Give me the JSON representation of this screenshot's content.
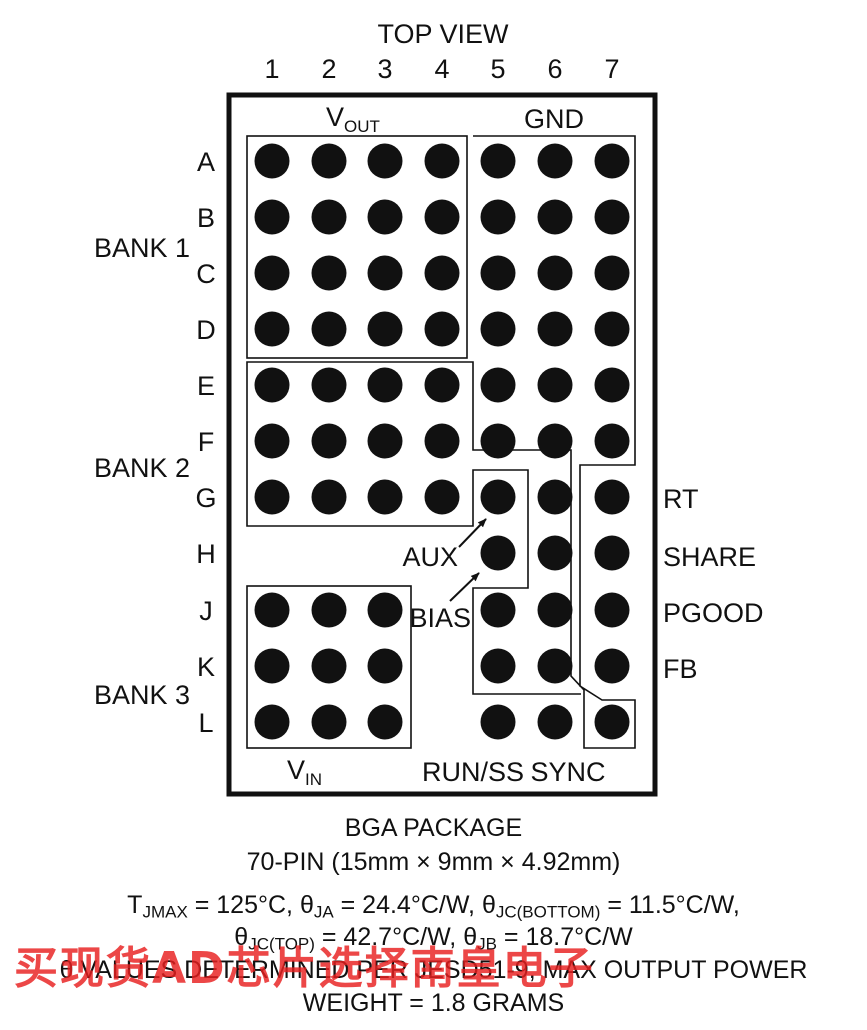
{
  "title": "TOP VIEW",
  "columns": [
    "1",
    "2",
    "3",
    "4",
    "5",
    "6",
    "7"
  ],
  "rows": [
    "A",
    "B",
    "C",
    "D",
    "E",
    "F",
    "G",
    "H",
    "J",
    "K",
    "L"
  ],
  "banks": [
    "BANK 1",
    "BANK 2",
    "BANK 3"
  ],
  "regions": {
    "vout": {
      "main": "V",
      "sub": "OUT"
    },
    "gnd": "GND",
    "vin": {
      "main": "V",
      "sub": "IN"
    }
  },
  "pins": {
    "rt": "RT",
    "share": "SHARE",
    "pgood": "PGOOD",
    "fb": "FB",
    "aux": "AUX",
    "bias": "BIAS",
    "run_ss": "RUN/SS",
    "sync": "SYNC"
  },
  "ball_map": [
    [
      1,
      1,
      1,
      1,
      1,
      1,
      1
    ],
    [
      1,
      1,
      1,
      1,
      1,
      1,
      1
    ],
    [
      1,
      1,
      1,
      1,
      1,
      1,
      1
    ],
    [
      1,
      1,
      1,
      1,
      1,
      1,
      1
    ],
    [
      1,
      1,
      1,
      1,
      1,
      1,
      1
    ],
    [
      1,
      1,
      1,
      1,
      1,
      1,
      1
    ],
    [
      1,
      1,
      1,
      1,
      1,
      1,
      1
    ],
    [
      0,
      0,
      0,
      0,
      1,
      1,
      1
    ],
    [
      1,
      1,
      1,
      0,
      1,
      1,
      1
    ],
    [
      1,
      1,
      1,
      0,
      1,
      1,
      1
    ],
    [
      1,
      1,
      1,
      0,
      1,
      1,
      1
    ]
  ],
  "footer": {
    "package": "BGA PACKAGE",
    "dims": "70-PIN (15mm × 9mm × 4.92mm)",
    "thermal1": {
      "t": "T",
      "t_sub": "JMAX",
      "t_val": " = 125°C, ",
      "ja": "θ",
      "ja_sub": "JA",
      "ja_val": " = 24.4°C/W, ",
      "jcb": "θ",
      "jcb_sub": "JC(BOTTOM)",
      "jcb_val": " = 11.5°C/W,"
    },
    "thermal2": {
      "jct": "θ",
      "jct_sub": "JC(TOP)",
      "jct_val": " = 42.7°C/W, ",
      "jb": "θ",
      "jb_sub": "JB",
      "jb_val": " = 18.7°C/W"
    },
    "note": "θ VALUES DETERMINED PER JESD51-9, MAX OUTPUT POWER",
    "weight": "WEIGHT = 1.8 GRAMS"
  },
  "watermark": "买现货AD芯片选择南皇电子"
}
